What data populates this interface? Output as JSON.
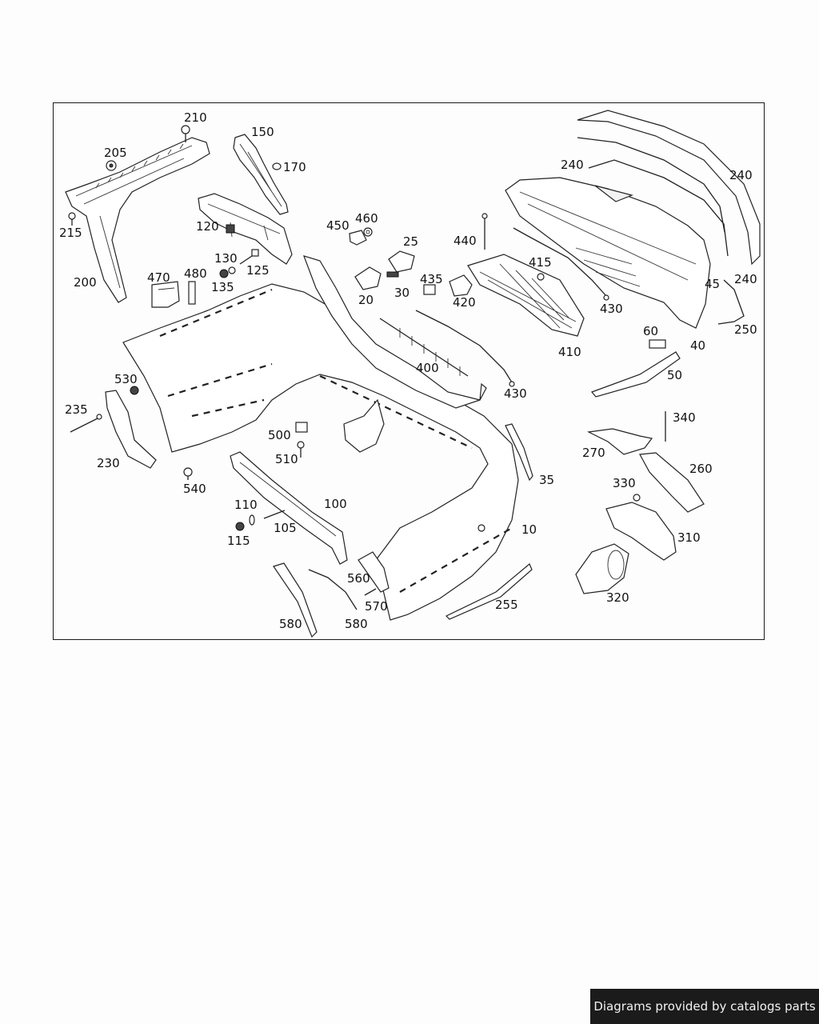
{
  "diagram": {
    "part_numbers": {
      "p210": "210",
      "p150": "150",
      "p205": "205",
      "p170": "170",
      "p215": "215",
      "p120": "120",
      "p200": "200",
      "p470": "470",
      "p480": "480",
      "p130": "130",
      "p125": "125",
      "p135": "135",
      "p450": "450",
      "p460": "460",
      "p25": "25",
      "p20": "20",
      "p30": "30",
      "p435": "435",
      "p420": "420",
      "p440": "440",
      "p415": "415",
      "p240a": "240",
      "p240b": "240",
      "p240c": "240",
      "p45": "45",
      "p250": "250",
      "p430a": "430",
      "p410": "410",
      "p60": "60",
      "p40": "40",
      "p50": "50",
      "p400": "400",
      "p430b": "430",
      "p530": "530",
      "p235": "235",
      "p230": "230",
      "p540": "540",
      "p500": "500",
      "p510": "510",
      "p110": "110",
      "p100": "100",
      "p105": "105",
      "p115": "115",
      "p560": "560",
      "p570": "570",
      "p580a": "580",
      "p580b": "580",
      "p255": "255",
      "p10": "10",
      "p35": "35",
      "p340": "340",
      "p270": "270",
      "p260": "260",
      "p330": "330",
      "p310": "310",
      "p320": "320"
    }
  },
  "footer": {
    "credit": "Diagrams provided by catalogs parts"
  }
}
